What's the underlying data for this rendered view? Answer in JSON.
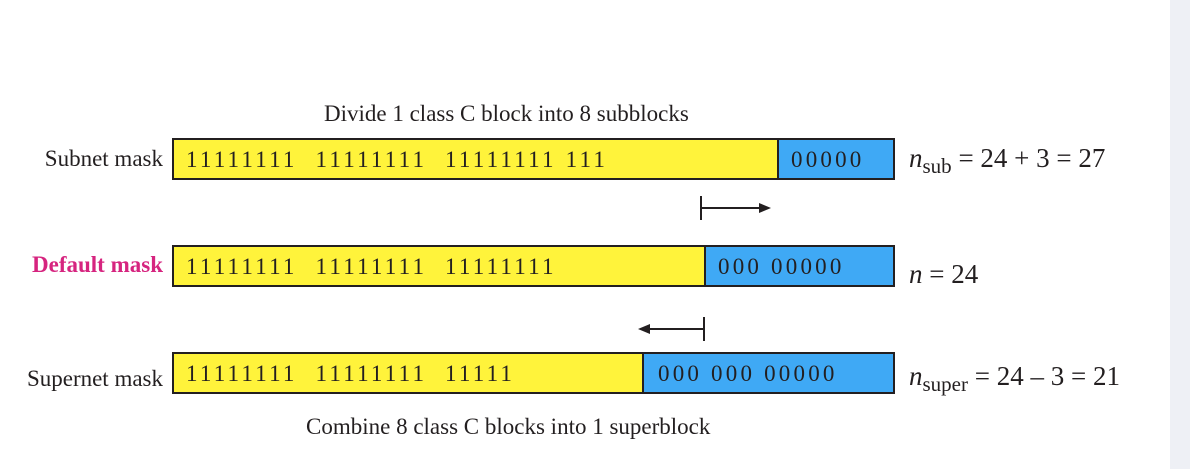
{
  "top_caption": "Divide 1 class C block into 8 subblocks",
  "bottom_caption": "Combine 8 class C blocks into 1 superblock",
  "rows": [
    {
      "label": "Subnet mask",
      "ones": "11111111  11111111  11111111 111",
      "zeros": "00000",
      "formula_var": "n",
      "formula_sub": "sub",
      "formula_rest": " = 24 + 3 = 27"
    },
    {
      "label": "Default mask",
      "ones": "11111111  11111111  11111111",
      "zeros": "000 00000",
      "formula_var": "n",
      "formula_sub": "",
      "formula_rest": " = 24"
    },
    {
      "label": "Supernet mask",
      "ones": "11111111  11111111  11111",
      "zeros": "000 000 00000",
      "formula_var": "n",
      "formula_sub": "super",
      "formula_rest": " = 24 – 3 = 21"
    }
  ],
  "colors": {
    "ones_fill": "#fff33b",
    "zeros_fill": "#3fa9f5",
    "highlight_label": "#d6247f",
    "ink": "#231f20"
  }
}
